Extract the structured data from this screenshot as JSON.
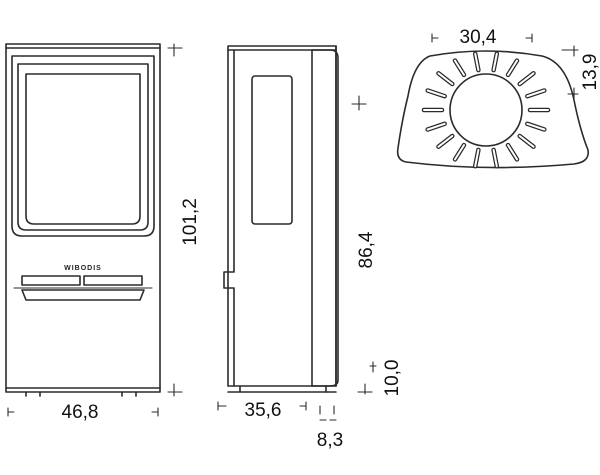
{
  "drawing": {
    "brand_mark": "WIBODIS",
    "dimensions": {
      "front_width": "46,8",
      "total_height": "101,2",
      "side_depth": "35,6",
      "side_height": "86,4",
      "base_height": "10,0",
      "rear_offset": "8,3",
      "flue_width": "30,4",
      "flue_offset": "13,9"
    }
  }
}
